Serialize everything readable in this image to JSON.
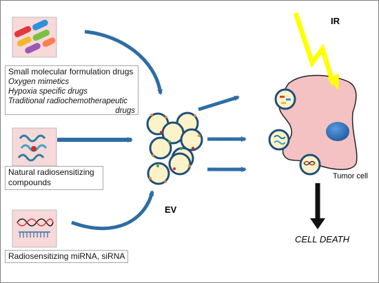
{
  "sources": {
    "drugs": {
      "title": "Small molecular formulation drugs",
      "items": [
        "Oxygen mimetics",
        "Hypoxia specific drugs",
        "Traditional radiochemotherapeutic",
        "drugs"
      ],
      "icon": "pills-icon"
    },
    "natural": {
      "lines": [
        "Natural radiosensitizing",
        "compounds"
      ],
      "icon": "protein-structure-icon"
    },
    "rna": {
      "label": "Radiosensitizing miRNA, siRNA",
      "icon": "rna-strand-icon"
    }
  },
  "labels": {
    "ev": "EV",
    "ir": "IR",
    "tumor_cell": "Tumor cell",
    "cell_death": "CELL DEATH"
  },
  "colors": {
    "arrow": "#2e6da4",
    "vesicle_shell": "#1f4e79",
    "vesicle_fill": "#fdf3c8",
    "tumor_fill": "#f4c2c2",
    "nucleus": "#2f75c8",
    "lightning": "#ffff00",
    "thumb_bg": "#f7d9d9"
  }
}
